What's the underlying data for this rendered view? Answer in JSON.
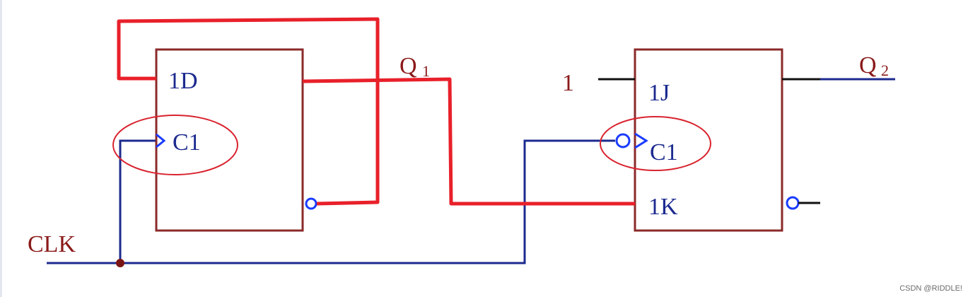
{
  "labels": {
    "ff1_d": "1D",
    "ff1_c": "C1",
    "ff2_j": "1J",
    "ff2_c": "C1",
    "ff2_k": "1K",
    "clk": "CLK",
    "q1_letter": "Q",
    "q1_sub": "1",
    "q2_letter": "Q",
    "q2_sub": "2",
    "j_input_const": "1"
  },
  "watermark": "CSDN @RIDDLE!",
  "colors": {
    "block_border": "#8b2a2a",
    "wire_blue": "#1c2a8f",
    "wire_red": "#e8202a",
    "annotation_ellipse": "#d9232f",
    "junction_dot": "#7a1414",
    "pin_black": "#111111"
  }
}
